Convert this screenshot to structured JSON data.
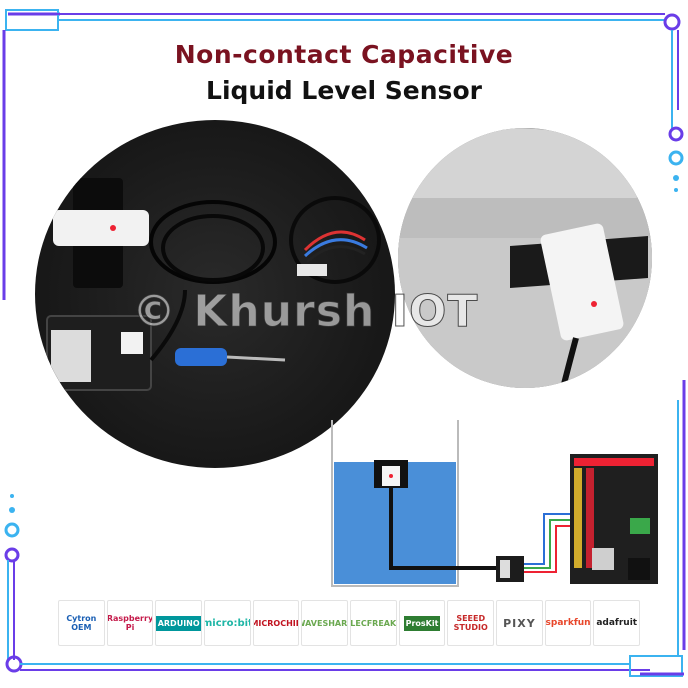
{
  "title": {
    "line1": "Non-contact Capacitive",
    "line2": "Liquid Level Sensor"
  },
  "watermark": "© Khursh IOT",
  "colors": {
    "frame": "#6a3de8",
    "frame_light": "#3bb3f0",
    "title_line1": "#7a1220",
    "title_line2": "#111111"
  },
  "logos": [
    {
      "label": "Cytron OEM"
    },
    {
      "label": "Raspberry Pi"
    },
    {
      "label": "ARDUINO"
    },
    {
      "label": "micro:bit"
    },
    {
      "label": "MICROCHIP"
    },
    {
      "label": "WAVESHARE"
    },
    {
      "label": "ELECFREAKS"
    },
    {
      "label": "ProsKit"
    },
    {
      "label": "SEEED STUDIO"
    },
    {
      "label": "PIXY"
    },
    {
      "label": "sparkfun"
    },
    {
      "label": "adafruit"
    }
  ]
}
